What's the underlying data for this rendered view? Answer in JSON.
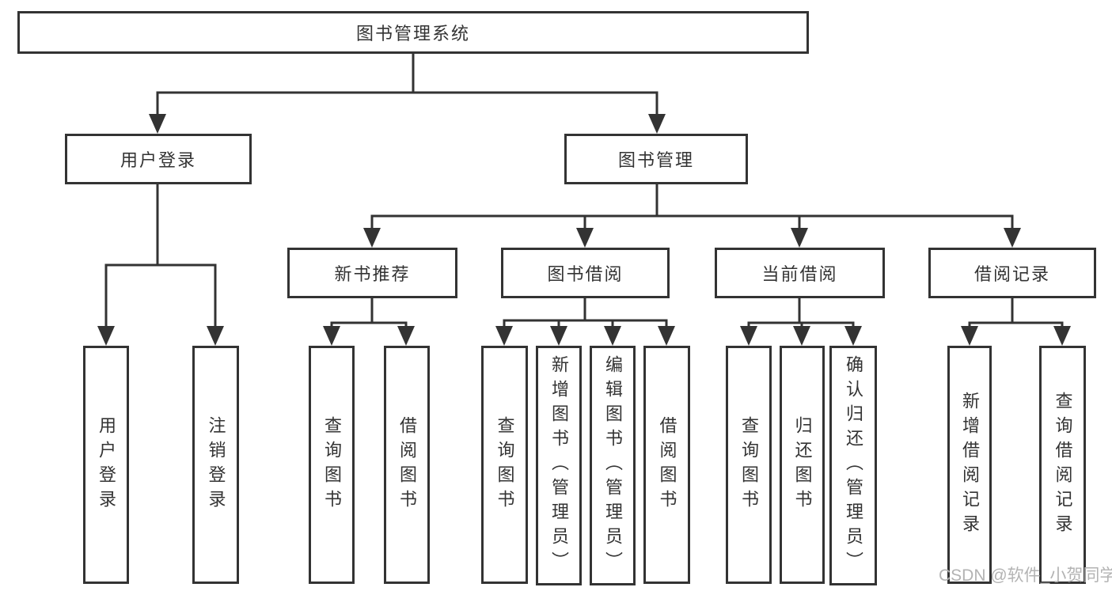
{
  "diagram_type": "hierarchy-tree",
  "colors": {
    "background": "#ffffff",
    "line": "#333333",
    "box_border": "#333333",
    "text": "#333333",
    "watermark": "#b3b3b3"
  },
  "watermark": {
    "text": "CSDN @软件_小贺同学"
  },
  "tree": {
    "label": "图书管理系统",
    "children": [
      {
        "label": "用户登录",
        "children": [
          {
            "label": "用户登录"
          },
          {
            "label": "注销登录"
          }
        ]
      },
      {
        "label": "图书管理",
        "children": [
          {
            "label": "新书推荐",
            "children": [
              {
                "label": "查询图书"
              },
              {
                "label": "借阅图书"
              }
            ]
          },
          {
            "label": "图书借阅",
            "children": [
              {
                "label": "查询图书"
              },
              {
                "label": "新增图书（管理员）"
              },
              {
                "label": "编辑图书（管理员）"
              },
              {
                "label": "借阅图书"
              }
            ]
          },
          {
            "label": "当前借阅",
            "children": [
              {
                "label": "查询图书"
              },
              {
                "label": "归还图书"
              },
              {
                "label": "确认归还（管理员）"
              }
            ]
          },
          {
            "label": "借阅记录",
            "children": [
              {
                "label": "新增借阅记录"
              },
              {
                "label": "查询借阅记录"
              }
            ]
          }
        ]
      }
    ]
  }
}
